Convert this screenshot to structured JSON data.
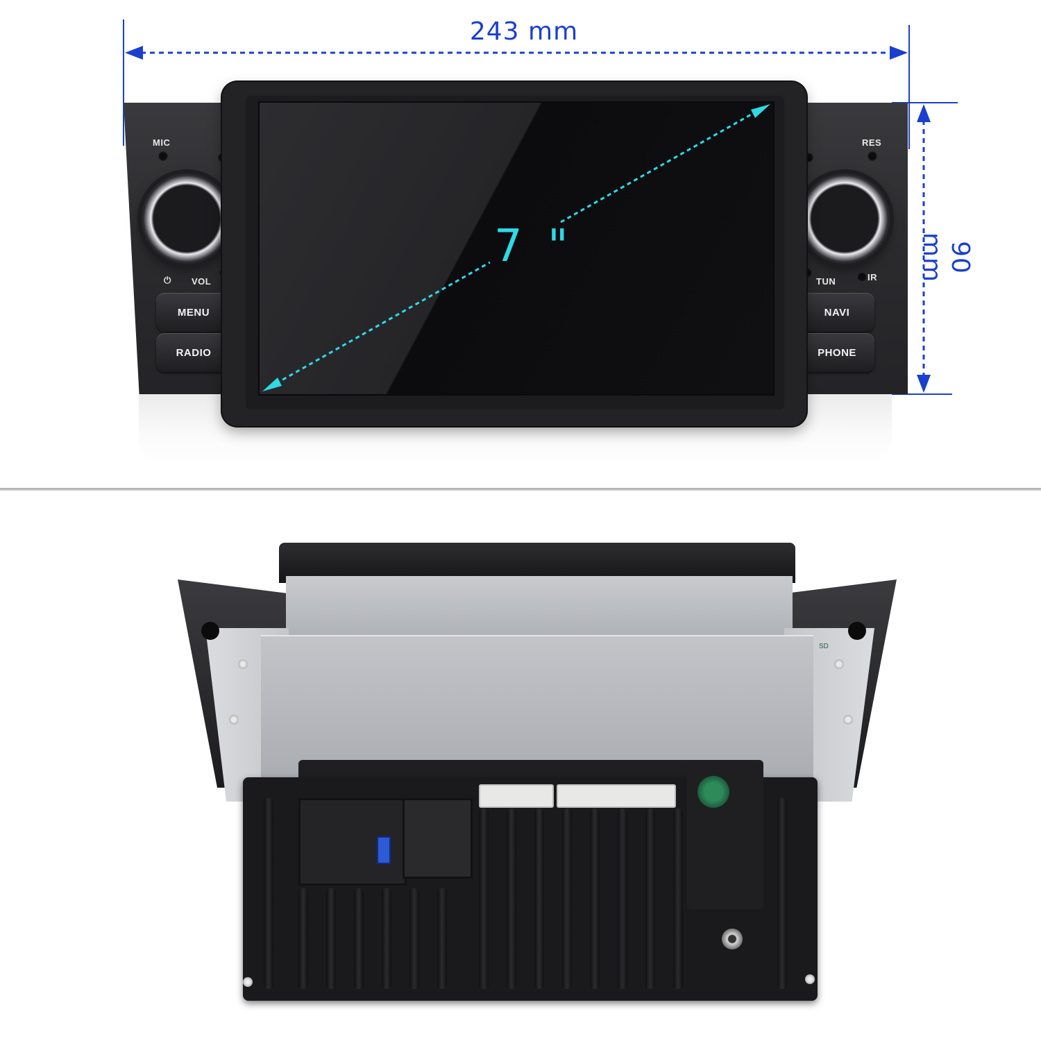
{
  "dimensions": {
    "width": "243 mm",
    "height": "90 mm",
    "screen_size": "7 \""
  },
  "front_panel": {
    "left": {
      "mic_label": "MIC",
      "power_icon": "power-icon",
      "vol_label": "VOL",
      "menu_button": "MENU",
      "radio_button": "RADIO"
    },
    "right": {
      "res_label": "RES",
      "tun_label": "TUN",
      "ir_label": "IR",
      "navi_button": "NAVI",
      "phone_button": "PHONE"
    }
  },
  "rear_panel": {
    "sd_label": "SD"
  },
  "colors": {
    "dimension_lines": "#1a3fd0",
    "screen_diagonal": "#2fd9e6"
  }
}
